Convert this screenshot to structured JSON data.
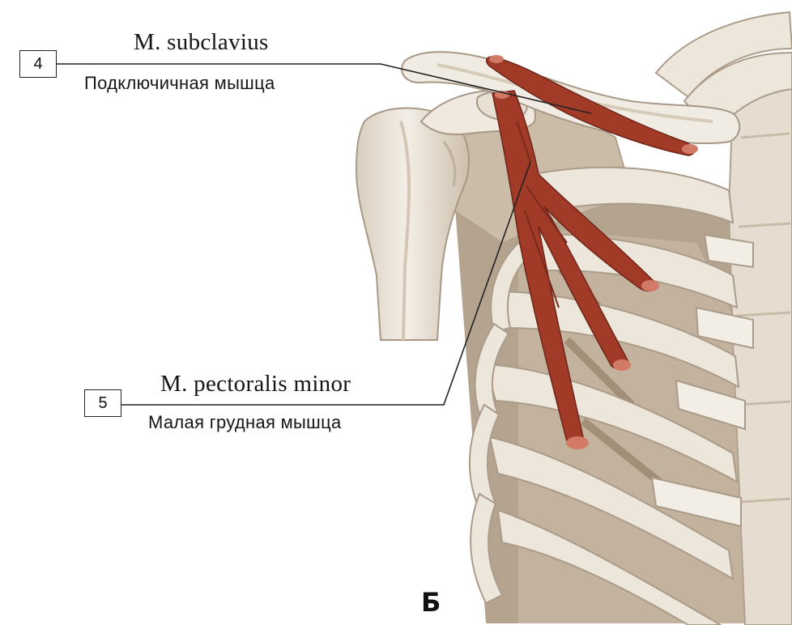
{
  "figure": {
    "panel_letter": "Б",
    "labels": [
      {
        "number": "4",
        "latin": "M. subclavius",
        "russian": "Подключичная мышца"
      },
      {
        "number": "5",
        "latin": "M. pectoralis minor",
        "russian": "Малая грудная мышца"
      }
    ]
  },
  "colors": {
    "bone_fill": "#eee7dc",
    "bone_edge": "#b0a290",
    "bone_shadow": "#a89886",
    "muscle_fill": "#a23a28",
    "muscle_edge": "#6e2418",
    "attachment": "#d27a66",
    "leader_line": "#222222"
  }
}
